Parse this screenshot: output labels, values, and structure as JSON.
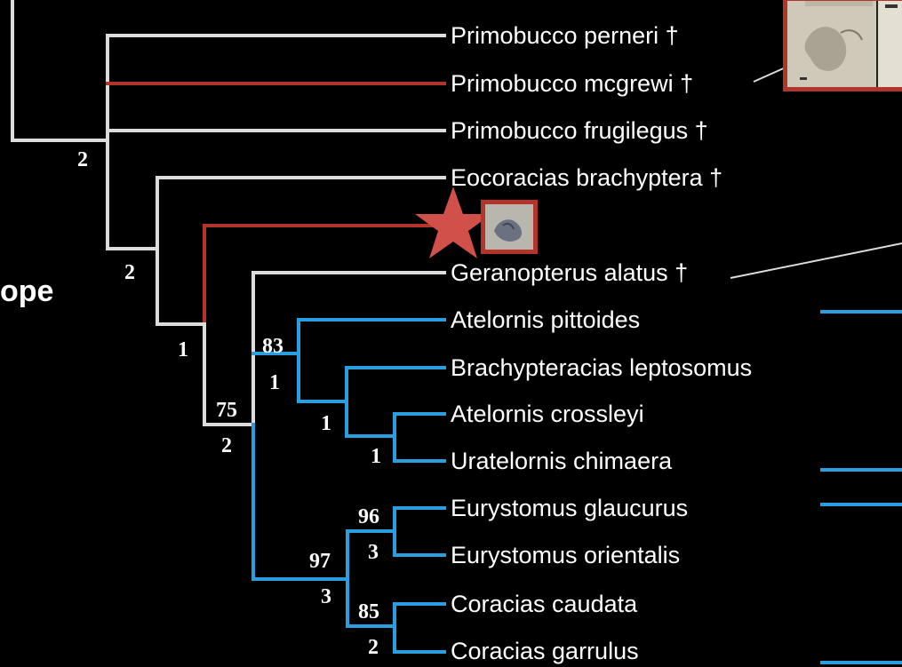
{
  "side_label": "ope",
  "taxa": [
    {
      "name": "Primobucco perneri †"
    },
    {
      "name": "Primobucco mcgrewi †"
    },
    {
      "name": "Primobucco frugilegus †"
    },
    {
      "name": "Eocoracias brachyptera †"
    },
    {
      "name": "Geranopterus alatus †"
    },
    {
      "name": "Atelornis pittoides"
    },
    {
      "name": "Brachypteracias leptosomus"
    },
    {
      "name": "Atelornis crossleyi"
    },
    {
      "name": "Uratelornis chimaera"
    },
    {
      "name": "Eurystomus glaucurus"
    },
    {
      "name": "Eurystomus orientalis"
    },
    {
      "name": "Coracias caudata"
    },
    {
      "name": "Coracias garrulus"
    }
  ],
  "support_values": {
    "primobucco_node": "2",
    "eocoracias_node": "2",
    "red_branch_node": "1",
    "crown_bootstrap": "75",
    "crown_bremer": "2",
    "brachypteraciid_bootstrap": "83",
    "brachypteraciid_bremer": "1",
    "brachypteracias_node": "1",
    "crossleyi_node": "1",
    "eurystomus_bootstrap": "96",
    "eurystomus_bremer": "3",
    "coraciid_bootstrap": "97",
    "coraciid_bremer": "3",
    "coracias_bootstrap": "85",
    "coracias_bremer": "2"
  },
  "colors": {
    "background": "#000000",
    "branch_default": "#dcdcdc",
    "branch_highlight": "#b3342b",
    "branch_extant": "#2a9fe0",
    "star": "#d2504a"
  },
  "icons": [
    "star-icon",
    "fossil-thumbnail"
  ]
}
